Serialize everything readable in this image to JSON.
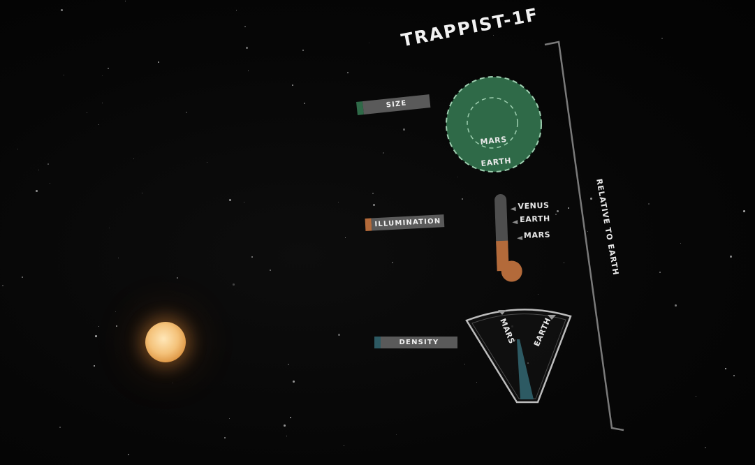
{
  "title": "TRAPPIST-1F",
  "side_label": "RELATIVE TO EARTH",
  "colors": {
    "size": "#2f6a48",
    "illumination": "#b36a3a",
    "density": "#2d5a63",
    "tag_bg": "#5a5a5a",
    "bracket": "#7a7a7a"
  },
  "panels": {
    "size": {
      "label": "SIZE",
      "inner_label": "MARS",
      "outer_label": "EARTH"
    },
    "illumination": {
      "label": "ILLUMINATION",
      "markers": [
        "VENUS",
        "EARTH",
        "MARS"
      ]
    },
    "density": {
      "label": "DENSITY",
      "markers": [
        "MARS",
        "EARTH"
      ]
    }
  },
  "icons": [
    "star-icon",
    "thermometer-icon",
    "gauge-icon",
    "bracket-icon"
  ]
}
